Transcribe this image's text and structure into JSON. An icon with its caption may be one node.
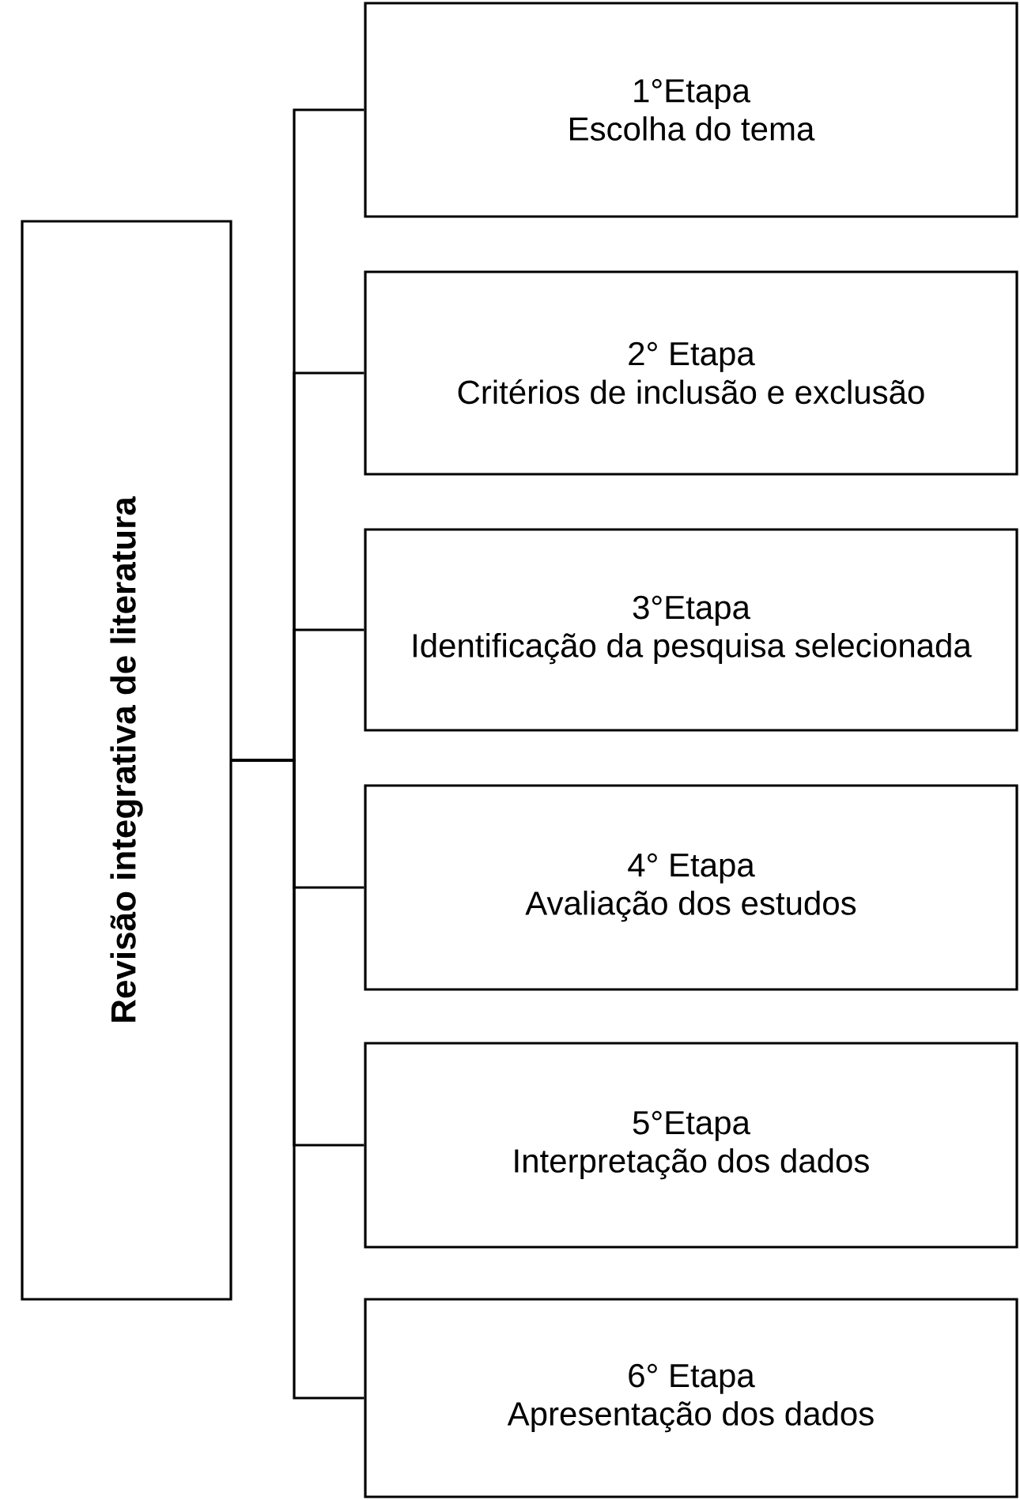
{
  "diagram": {
    "nodes": [
      {
        "text": [
          "Revisão integrativa de literatura"
        ]
      },
      {
        "text": [
          "1°Etapa",
          "Escolha do tema"
        ]
      },
      {
        "text": [
          "2° Etapa",
          "Critérios de inclusão e exclusão"
        ]
      },
      {
        "text": [
          "3°Etapa",
          "Identificação da pesquisa selecionada"
        ]
      },
      {
        "text": [
          "4° Etapa",
          "Avaliação dos estudos"
        ]
      },
      {
        "text": [
          "5°Etapa",
          "Interpretação dos dados"
        ]
      },
      {
        "text": [
          "6° Etapa",
          "Apresentação dos dados"
        ]
      }
    ],
    "edges": [
      {
        "from": 0,
        "to": 1,
        "arrow": "none"
      },
      {
        "from": 0,
        "to": 2,
        "arrow": "none"
      },
      {
        "from": 0,
        "to": 3,
        "arrow": "none"
      },
      {
        "from": 0,
        "to": 4,
        "arrow": "none"
      },
      {
        "from": 0,
        "to": 5,
        "arrow": "none"
      },
      {
        "from": 0,
        "to": 6,
        "arrow": "none"
      }
    ]
  }
}
